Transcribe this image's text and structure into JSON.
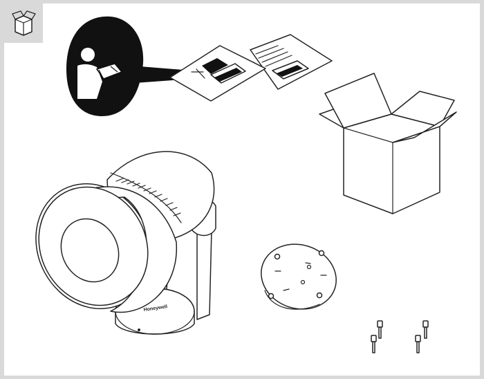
{
  "diagram": {
    "kind": "package-contents-illustration",
    "colors": {
      "line": "#222222",
      "frame": "#d9d9d9",
      "fill": "#ffffff",
      "dark": "#111111"
    },
    "icons": [
      "unboxing-icon",
      "read-manual-icon",
      "manual-pages",
      "shipping-box",
      "spotlight-lamp",
      "mounting-plate",
      "screws"
    ],
    "screw_count": 4,
    "brand_mark": "Honeywell"
  }
}
